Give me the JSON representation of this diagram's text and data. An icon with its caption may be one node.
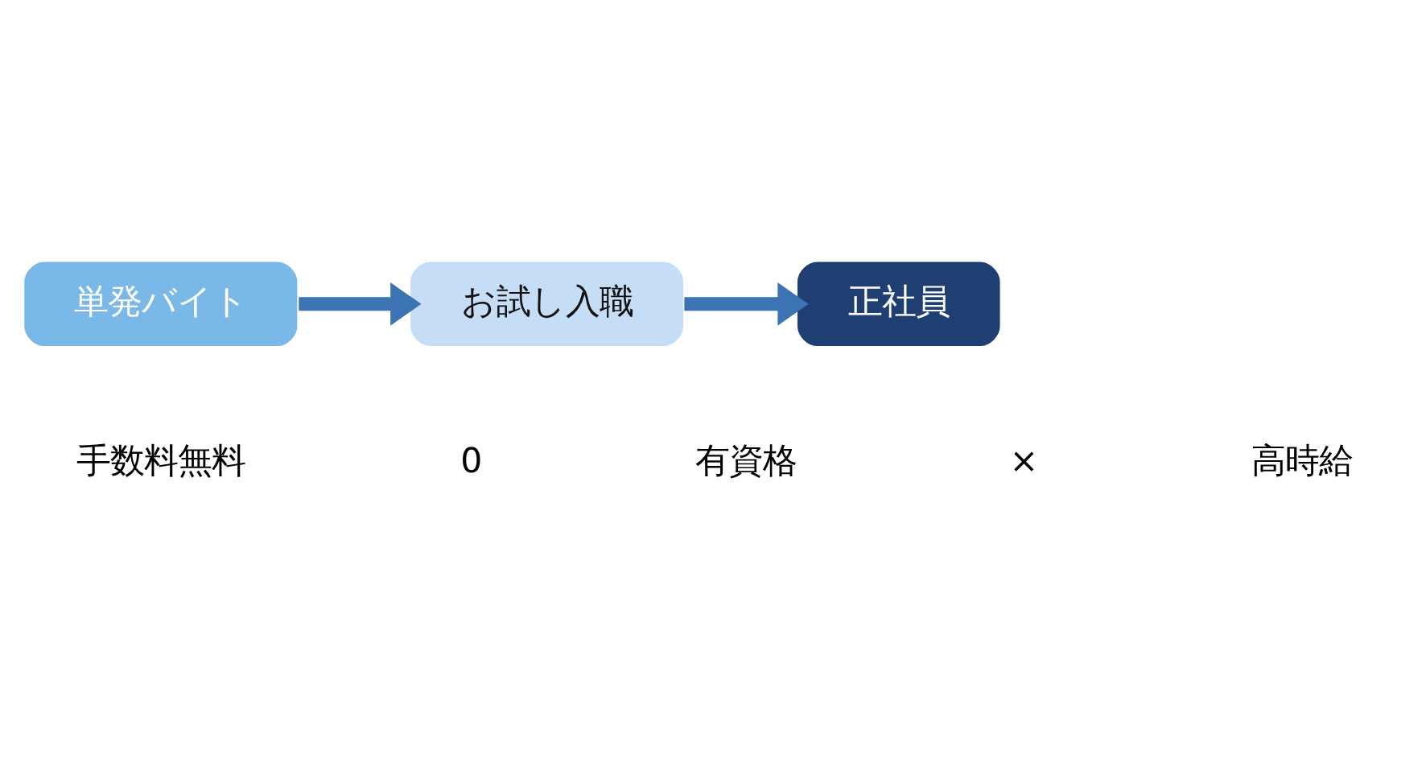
{
  "diagram": {
    "nodes": [
      {
        "text": [
          "単発バイト"
        ]
      },
      {
        "text": [
          "お試し入職"
        ]
      },
      {
        "text": [
          "正社員"
        ]
      }
    ],
    "edges": [
      {
        "from": 0,
        "to": 1,
        "arrow": "to"
      },
      {
        "from": 1,
        "to": 2,
        "arrow": "to"
      }
    ],
    "labels": [
      "手数料無料",
      "0",
      "有資格",
      "×",
      "高時給"
    ]
  }
}
